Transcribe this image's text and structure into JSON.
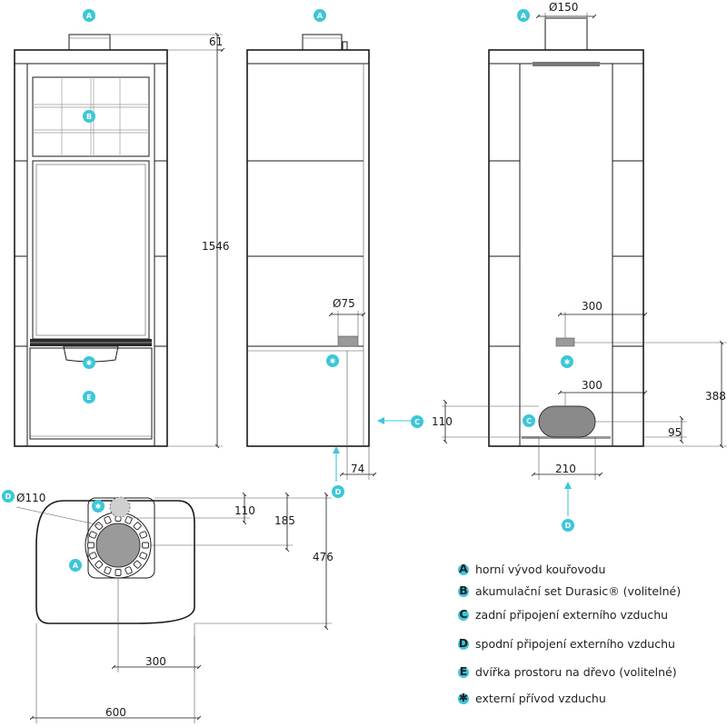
{
  "dimensions": {
    "flue_offset": "61",
    "total_height": "1546",
    "flue_diameter": "Ø150",
    "side_air_diameter": "Ø75",
    "side_air_depth": "74",
    "rear_air_offset_top": "300",
    "rear_air_offset_bottom": "300",
    "rear_air_height": "388",
    "rear_air_opening_height": "110",
    "rear_air_opening_bottom": "95",
    "rear_air_opening_width": "210",
    "top_air_diameter": "Ø110",
    "top_air_offset": "110",
    "flue_center_offset": "185",
    "top_depth": "476",
    "flue_center_x": "300",
    "top_width": "600"
  },
  "markers": {
    "A": "A",
    "B": "B",
    "C": "C",
    "D": "D",
    "E": "E",
    "star": "✱"
  },
  "legend": [
    {
      "marker": "A",
      "text": "horní vývod kouřovodu"
    },
    {
      "marker": "B",
      "text": "akumulační set Durasic® (volitelné)"
    },
    {
      "marker": "C",
      "text": "zadní připojení externího vzduchu"
    },
    {
      "marker": "D",
      "text": "spodní připojení externího vzduchu"
    },
    {
      "marker": "E",
      "text": "dvířka prostoru na dřevo (volitelné)"
    },
    {
      "marker": "✱",
      "text": "externí přívod vzduchu"
    }
  ],
  "colors": {
    "marker": "#3cc7d8",
    "line": "#1a1a1a"
  }
}
